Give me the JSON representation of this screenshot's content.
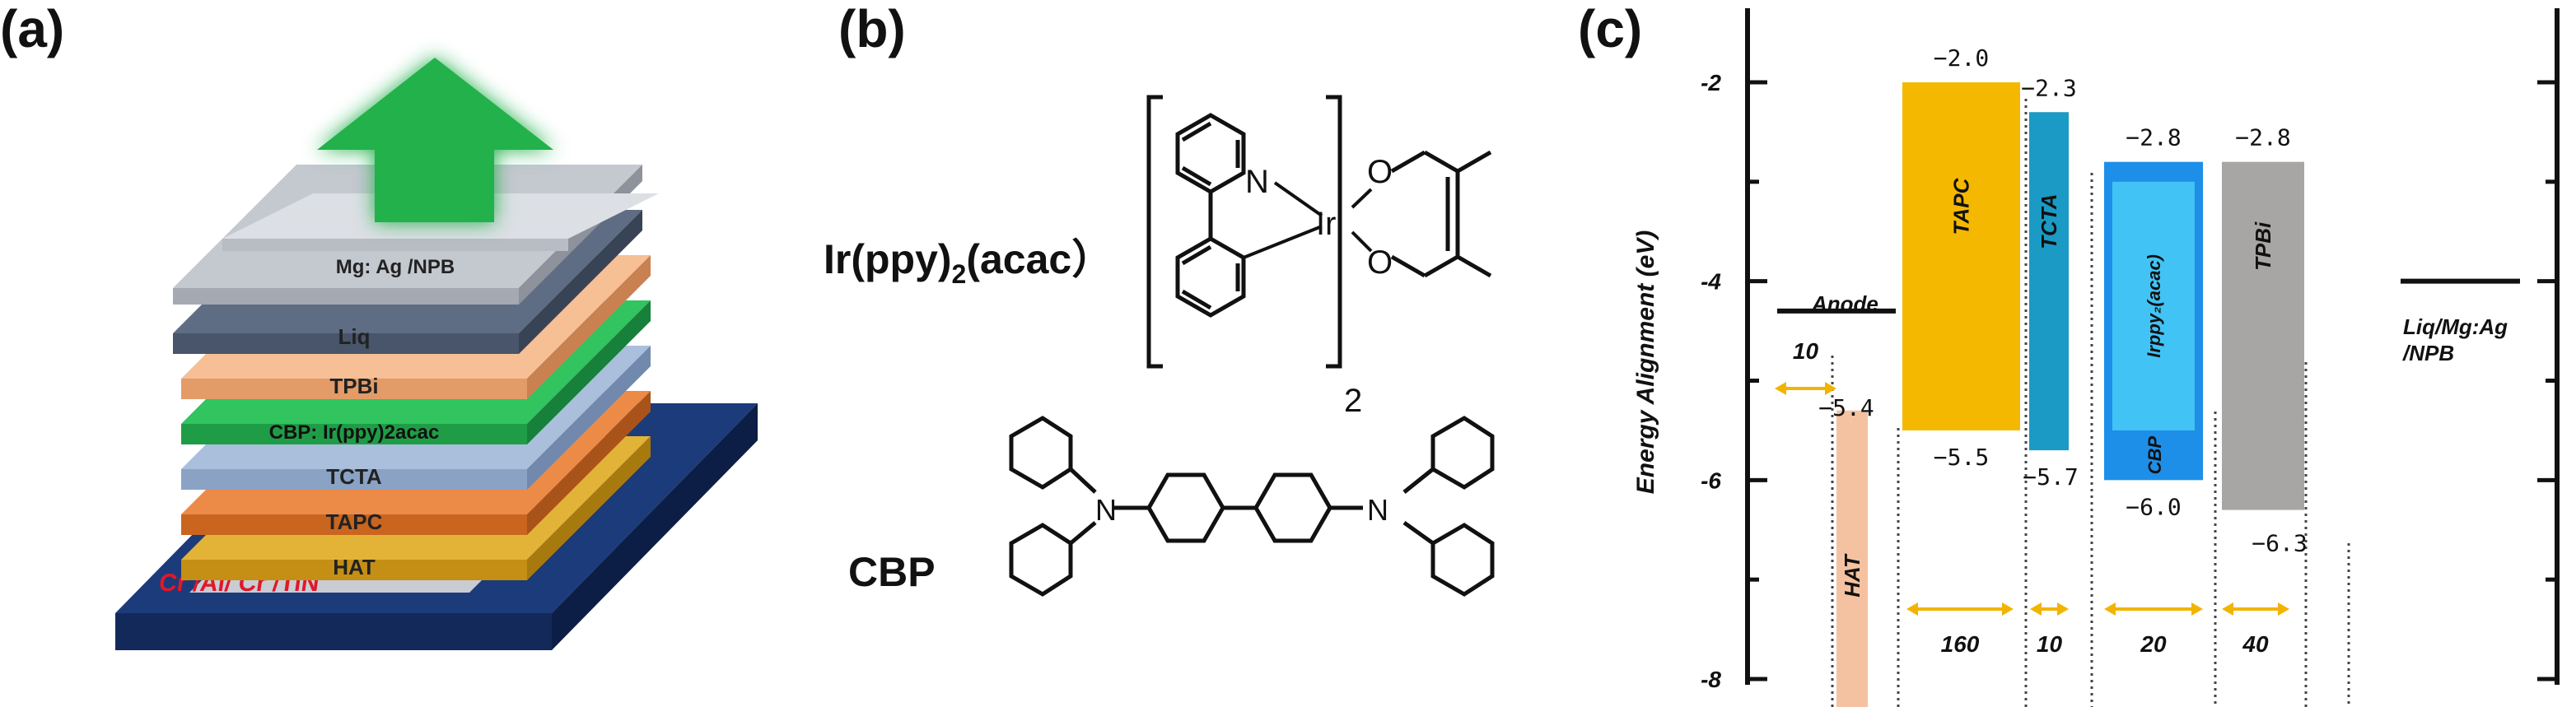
{
  "panels": {
    "a": "(a)",
    "b": "(b)",
    "c": "(c)"
  },
  "stack": {
    "layers": [
      {
        "label": "Cr /Al/ Cr /TiN",
        "color": "#1c3b7a"
      },
      {
        "label": "HAT",
        "color": "#d9a62a"
      },
      {
        "label": "TAPC",
        "color": "#e07a3a"
      },
      {
        "label": "TCTA",
        "color": "#9fb6d4"
      },
      {
        "label": "CBP: Ir(ppy)2acac",
        "color": "#2dbf5a"
      },
      {
        "label": "TPBi",
        "color": "#f4b88a"
      },
      {
        "label": "Liq",
        "color": "#5d6b82"
      },
      {
        "label": "Mg: Ag /NPB",
        "color": "#b9bec6"
      }
    ],
    "arrow_color": "#22b14c"
  },
  "molecules": {
    "emitter_label": "Ir(ppy)",
    "emitter_sub": "2",
    "emitter_tail": "(acac）",
    "bracket_sub": "2",
    "host_label": "CBP",
    "atoms": {
      "n": "N",
      "ir": "Ir",
      "o": "O"
    }
  },
  "energy": {
    "y_axis_label": "Energy Alignment (eV)",
    "y_ticks": [
      "-2",
      "-4",
      "-6",
      "-8"
    ],
    "anode_label": "Anode",
    "cathode_label_line1": "Liq/Mg:Ag",
    "cathode_label_line2": "/NPB",
    "layers": [
      {
        "name": "HAT",
        "lumo": "",
        "homo": "−5.4",
        "thickness": "10",
        "color": "#f4c2a1"
      },
      {
        "name": "TAPC",
        "lumo": "−2.0",
        "homo": "−5.5",
        "thickness": "160",
        "color": "#f5b800"
      },
      {
        "name": "TCTA",
        "lumo": "−2.3",
        "homo": "−5.7",
        "thickness": "10",
        "color": "#1a9ac4"
      },
      {
        "name": "CBP",
        "dopant": "Irppy₂(acac)",
        "lumo": "−2.8",
        "homo": "−6.0",
        "thickness": "20",
        "color": "#1e8fe8",
        "dopant_color": "#42c3f5"
      },
      {
        "name": "TPBi",
        "lumo": "−2.8",
        "homo": "−6.3",
        "thickness": "40",
        "color": "#a8a6a4"
      }
    ],
    "arrow_color": "#f2b400",
    "anode_level": -4.3,
    "cathode_level": -4.0
  }
}
